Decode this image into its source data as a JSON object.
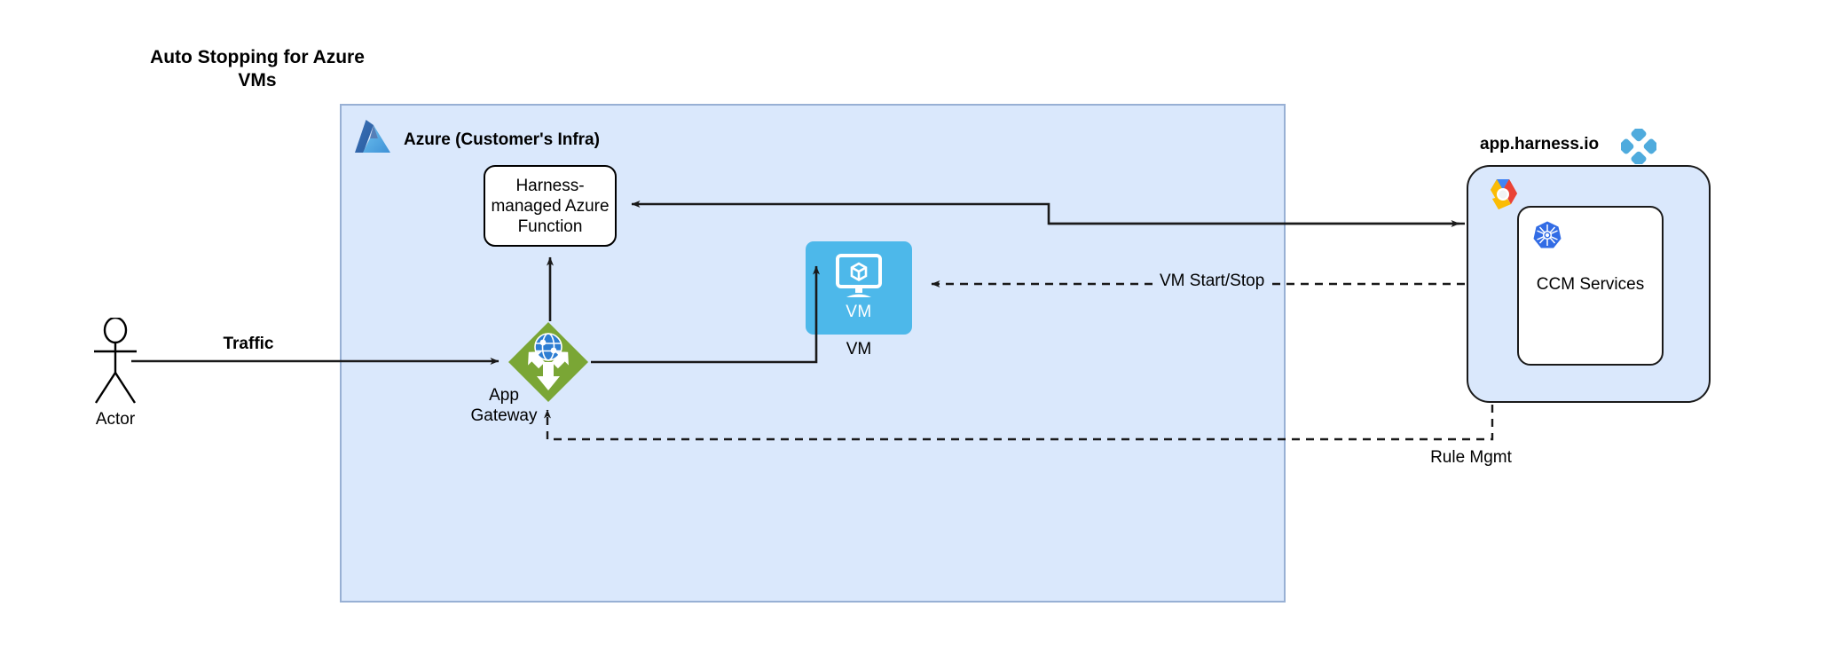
{
  "diagram": {
    "title": "Auto Stopping for Azure\nVMs",
    "background_color": "#ffffff"
  },
  "azure_container": {
    "label": "Azure (Customer's Infra)",
    "logo_icon": "azure-logo-icon",
    "fill_color": "#dae8fc",
    "border_color": "#98b0d4"
  },
  "nodes": {
    "azure_function": {
      "label": "Harness-\nmanaged Azure\nFunction",
      "fill_color": "#ffffff",
      "border_color": "#000000"
    },
    "vm": {
      "icon_label": "VM",
      "label": "VM",
      "icon_name": "vm-monitor-icon",
      "fill_color": "#4db8ea"
    },
    "app_gateway": {
      "label": "App\nGateway",
      "icon_name": "app-gateway-icon",
      "fill_color": "#7aa635"
    },
    "actor": {
      "label": "Actor",
      "icon_name": "actor-stick-figure-icon"
    },
    "harness": {
      "label": "app.harness.io",
      "logo_icon": "harness-logo-icon",
      "fill_color": "#dae8fc",
      "border_color": "#1a1a1a",
      "gcp_logo_icon": "gcp-logo-icon"
    },
    "ccm_services": {
      "label": "CCM Services",
      "logo_icon": "kubernetes-logo-icon",
      "fill_color": "#ffffff",
      "border_color": "#1a1a1a"
    }
  },
  "edges": {
    "traffic": {
      "label": "Traffic",
      "style": "solid",
      "bold_label": true
    },
    "vm_start_stop": {
      "label": "VM Start/Stop",
      "style": "dashed"
    },
    "rule_mgmt": {
      "label": "Rule Mgmt",
      "style": "dashed"
    },
    "gateway_to_function": {
      "label": "",
      "style": "solid"
    },
    "gateway_to_vm": {
      "label": "",
      "style": "solid"
    },
    "function_to_harness": {
      "label": "",
      "style": "solid"
    }
  },
  "colors": {
    "edge_stroke": "#1a1a1a",
    "azure_blue_dark": "#0078d4",
    "azure_blue_light": "#50b0e8",
    "gateway_green": "#7aa635",
    "gateway_globe_blue": "#2d7dd2",
    "vm_blue": "#4db8ea",
    "harness_blue": "#4fabdd",
    "k8s_blue": "#326ce5"
  }
}
